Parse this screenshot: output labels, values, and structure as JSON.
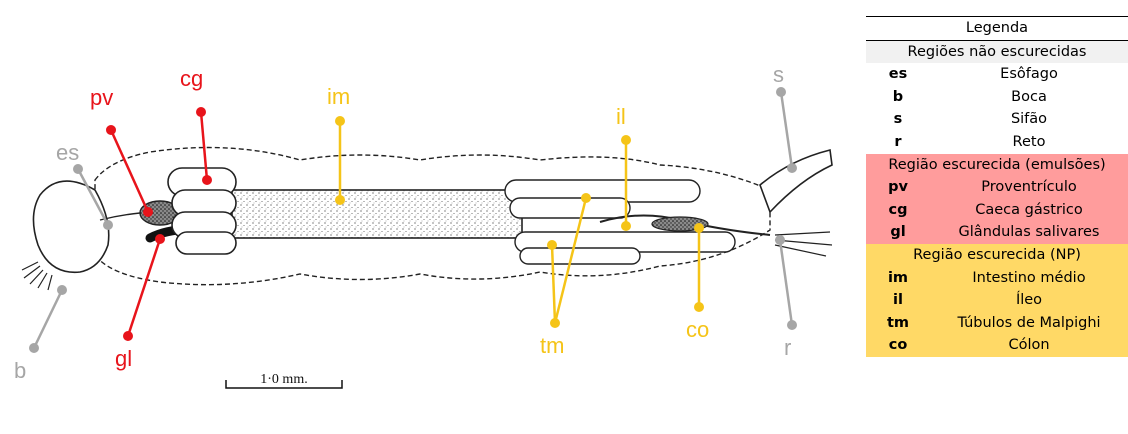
{
  "diagram": {
    "scale_bar": "1·0 mm.",
    "labels": {
      "es": "es",
      "b": "b",
      "s": "s",
      "r": "r",
      "pv": "pv",
      "cg": "cg",
      "gl": "gl",
      "im": "im",
      "il": "il",
      "tm": "tm",
      "co": "co"
    }
  },
  "legend": {
    "title": "Legenda",
    "groups": [
      {
        "name": "Regiões não escurecidas",
        "color": "#f1f1f1",
        "rows": [
          {
            "abbr": "es",
            "name": "Esôfago"
          },
          {
            "abbr": "b",
            "name": "Boca"
          },
          {
            "abbr": "s",
            "name": "Sifão"
          },
          {
            "abbr": "r",
            "name": "Reto"
          }
        ]
      },
      {
        "name": "Região escurecida (emulsões)",
        "color": "#ff9c9c",
        "rows": [
          {
            "abbr": "pv",
            "name": "Proventrículo"
          },
          {
            "abbr": "cg",
            "name": "Caeca gástrico"
          },
          {
            "abbr": "gl",
            "name": "Glândulas salivares"
          }
        ]
      },
      {
        "name": "Região escurecida (NP)",
        "color": "#ffd966",
        "rows": [
          {
            "abbr": "im",
            "name": "Intestino médio"
          },
          {
            "abbr": "il",
            "name": "Íleo"
          },
          {
            "abbr": "tm",
            "name": "Túbulos de Malpighi"
          },
          {
            "abbr": "co",
            "name": "Cólon"
          }
        ]
      }
    ]
  },
  "colors": {
    "grey": "#a6a6a6",
    "red": "#e8141b",
    "yellow": "#f5c418"
  }
}
